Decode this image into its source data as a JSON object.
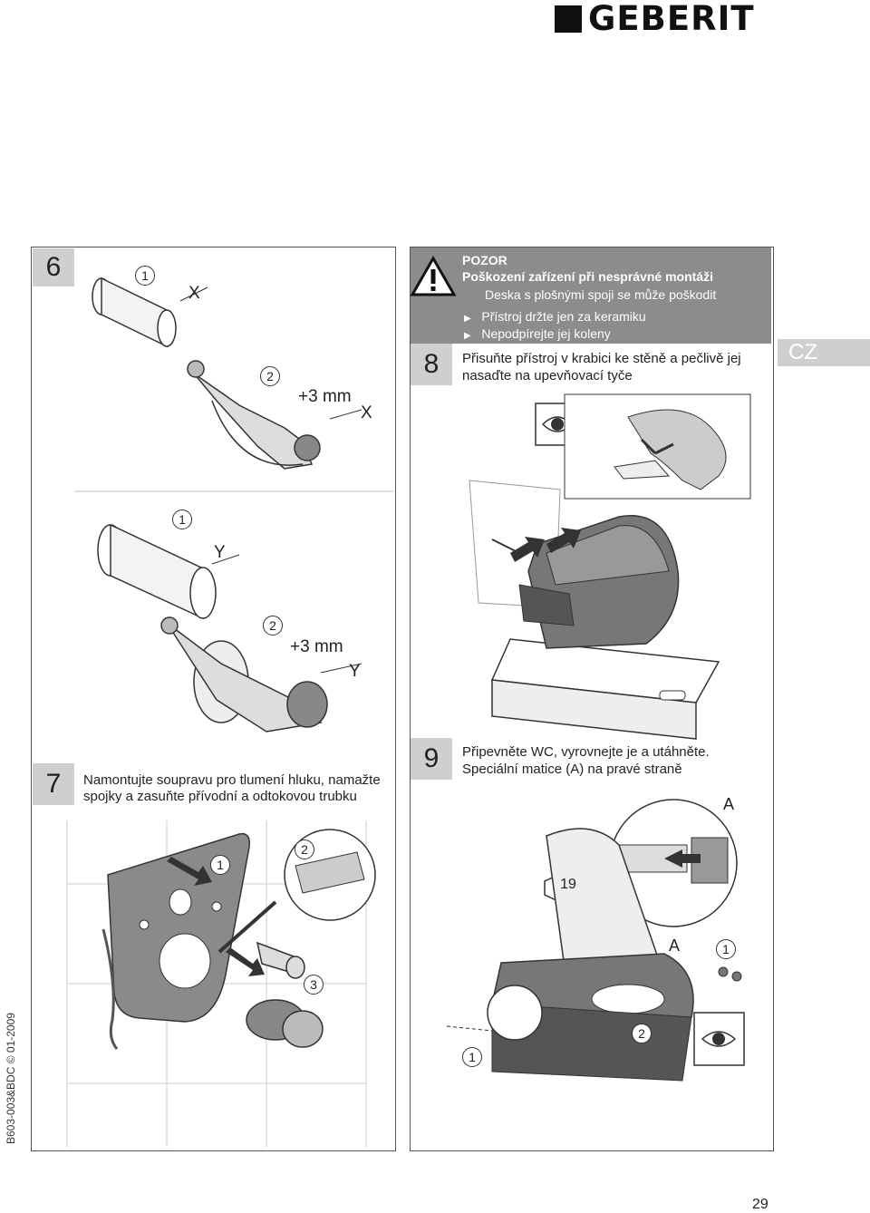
{
  "brand": {
    "logo_text": "GEBERIT"
  },
  "language_tab": "CZ",
  "side_code": "B603-003&BDC © 01-2009",
  "page_number": "29",
  "step6": {
    "number": "6",
    "callout1": "1",
    "callout2": "2",
    "x_label_top": "X",
    "plus_label": "+3 mm",
    "x_label_bottom": "X",
    "callout1b": "1",
    "y_label_top": "Y",
    "callout2b": "2",
    "plus_label_b": "+3 mm",
    "y_label_bottom": "Y"
  },
  "warning": {
    "title": "POZOR",
    "subtitle": "Poškození zařízení při nesprávné montáži",
    "line": "Deska s plošnými spoji se může poškodit",
    "bullets": [
      "Přístroj držte jen za keramiku",
      "Nepodpírejte jej koleny"
    ]
  },
  "step8": {
    "number": "8",
    "text1": "Přisuňte přístroj v krabici ke stěně a pečlivě jej",
    "text2": "nasaďte na upevňovací tyče"
  },
  "step7": {
    "number": "7",
    "text1": "Namontujte soupravu pro tlumení hluku, namažte",
    "text2": "spojky a zasuňte přívodní a odtokovou trubku",
    "callout1": "1",
    "callout2": "2",
    "callout3": "3"
  },
  "step9": {
    "number": "9",
    "text1": "Připevněte WC, vyrovnejte je a utáhněte.",
    "text2": "Speciální matice (A) na pravé straně",
    "label_a_top": "A",
    "wrench_size": "19",
    "label_a_mid": "A",
    "callout1_right": "1",
    "callout1_left": "1",
    "callout2": "2"
  }
}
